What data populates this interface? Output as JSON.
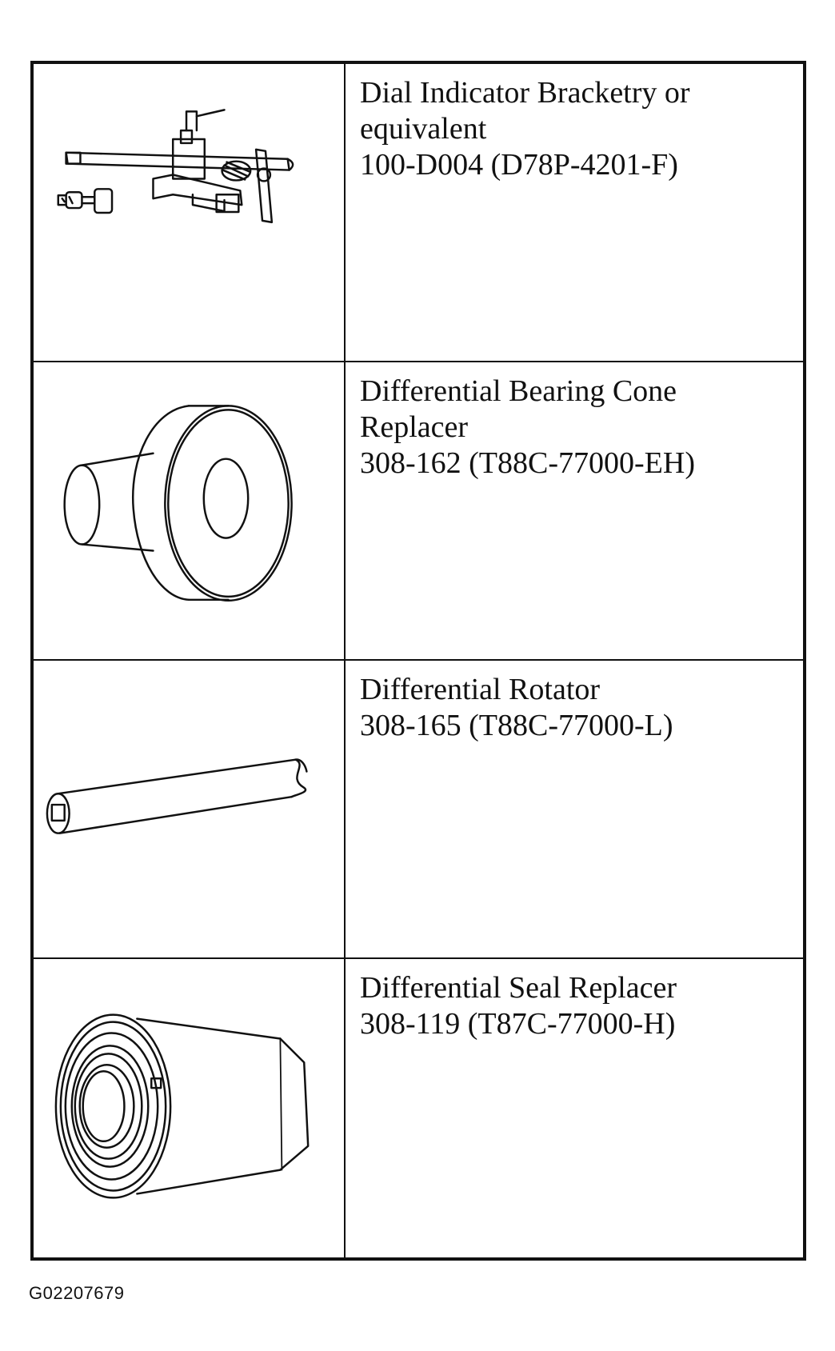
{
  "tools": [
    {
      "lines": [
        "Dial Indicator Bracketry or",
        "equivalent",
        "100-D004 (D78P-4201-F)"
      ],
      "icon": "dial-indicator-bracketry-icon"
    },
    {
      "lines": [
        "Differential Bearing Cone",
        "Replacer",
        "308-162 (T88C-77000-EH)"
      ],
      "icon": "bearing-cone-replacer-icon"
    },
    {
      "lines": [
        "Differential Rotator",
        "308-165 (T88C-77000-L)"
      ],
      "icon": "differential-rotator-icon"
    },
    {
      "lines": [
        "Differential Seal Replacer",
        "308-119 (T87C-77000-H)"
      ],
      "icon": "seal-replacer-icon"
    }
  ],
  "figure_id": "G02207679"
}
